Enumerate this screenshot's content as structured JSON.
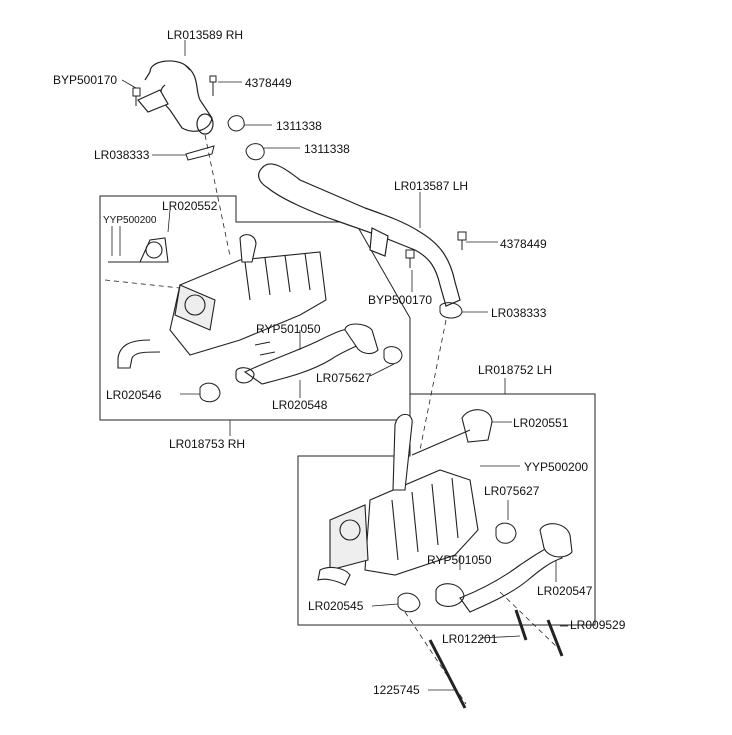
{
  "labels": {
    "lr013589": "LR013589 RH",
    "byp500170_top": "BYP500170",
    "p4378449_top": "4378449",
    "p1311338_a": "1311338",
    "p1311338_b": "1311338",
    "lr038333_left": "LR038333",
    "lr013587": "LR013587 LH",
    "p4378449_right": "4378449",
    "byp500170_mid": "BYP500170",
    "lr038333_right": "LR038333",
    "lr020552": "LR020552",
    "yyp500200_left": "YYP500200",
    "ryp501050_left": "RYP501050",
    "lr075627_left": "LR075627",
    "lr020546": "LR020546",
    "lr020548": "LR020548",
    "lr018753": "LR018753 RH",
    "lr018752": "LR018752 LH",
    "lr020551": "LR020551",
    "yyp500200_right": "YYP500200",
    "lr075627_right": "LR075627",
    "ryp501050_right": "RYP501050",
    "lr020547": "LR020547",
    "lr020545": "LR020545",
    "lr012201": "LR012201",
    "lr009529": "LR009529",
    "p1225745": "1225745"
  },
  "colors": {
    "line": "#222222",
    "fill": "#ffffff",
    "shade": "#e6e6e6"
  }
}
